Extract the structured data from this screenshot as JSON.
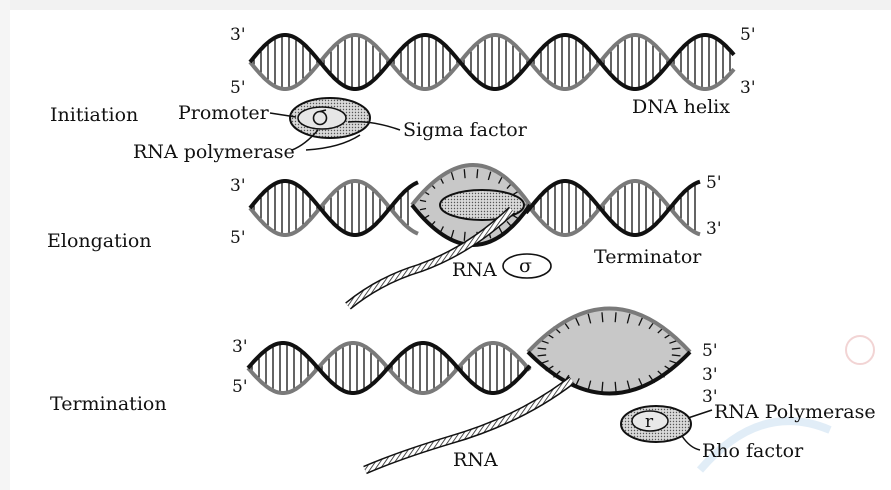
{
  "stages": {
    "initiation": "Initiation",
    "elongation": "Elongation",
    "termination": "Termination"
  },
  "strand_ends": {
    "three_prime": "3'",
    "five_prime": "5'"
  },
  "labels": {
    "promoter": "Promoter",
    "rna_polymerase": "RNA polymerase",
    "sigma_factor": "Sigma factor",
    "dna_helix": "DNA helix",
    "rna": "RNA",
    "terminator": "Terminator",
    "rna_polymerase_cap": "RNA Polymerase",
    "rho_factor": "Rho factor"
  },
  "symbols": {
    "sigma": "σ",
    "rho": "r"
  },
  "colors": {
    "strand_dark": "#111111",
    "strand_gray": "#7a7a7a",
    "bubble_fill": "#c8c8c8",
    "watermark": "#e8b0b0"
  }
}
